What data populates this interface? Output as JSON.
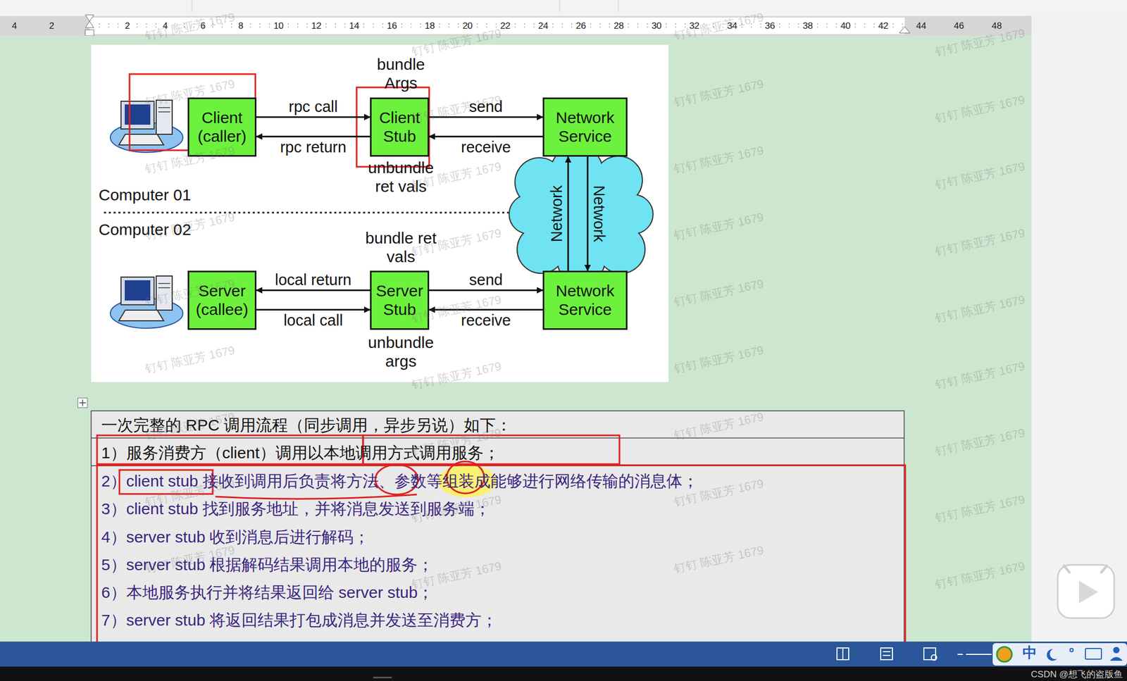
{
  "diagram": {
    "nodes": [
      {
        "text": [
          "Client (caller)"
        ]
      },
      {
        "text": [
          "Client Stub"
        ]
      },
      {
        "text": [
          "Network Service"
        ]
      },
      {
        "text": [
          "Server (callee)"
        ]
      },
      {
        "text": [
          "Server Stub"
        ]
      },
      {
        "text": [
          "Network Service"
        ]
      }
    ],
    "edges": [
      {
        "from": 0,
        "to": 1,
        "arrow": "to",
        "label": "rpc call"
      },
      {
        "from": 1,
        "to": 0,
        "arrow": "to",
        "label": "rpc return"
      },
      {
        "from": 1,
        "to": 2,
        "arrow": "to",
        "label": "send"
      },
      {
        "from": 2,
        "to": 1,
        "arrow": "to",
        "label": "receive"
      },
      {
        "from": 5,
        "to": 2,
        "arrow": "to",
        "label": "Network"
      },
      {
        "from": 2,
        "to": 5,
        "arrow": "to",
        "label": "Network"
      },
      {
        "from": 4,
        "to": 3,
        "arrow": "to",
        "label": "local return"
      },
      {
        "from": 3,
        "to": 4,
        "arrow": "to",
        "label": "local call"
      },
      {
        "from": 4,
        "to": 5,
        "arrow": "to",
        "label": "send"
      },
      {
        "from": 5,
        "to": 4,
        "arrow": "to",
        "label": "receive"
      }
    ],
    "labels": [
      "bundle Args",
      "unbundle ret vals",
      "Computer 01",
      "Computer 02",
      "bundle ret vals",
      "unbundle args",
      "一次完整的 RPC 调用流程（同步调用，异步另说）如下：",
      "1）服务消费方（client）调用以本地调用方式调用服务；",
      "2）client stub 接收到调用后负责将方法、参数等组装成能够进行网络传输的消息体；",
      "3）client stub 找到服务地址，并将消息发送到服务端；",
      "4）server stub 收到消息后进行解码；",
      "5）server stub 根据解码结果调用本地的服务；",
      "6）本地服务执行并将结果返回给 server stub；",
      "7）server stub 将返回结果打包成消息并发送至消费方；",
      "中",
      "CSDN @想飞的盗版鱼",
      "4",
      "2",
      "2",
      "4",
      "6",
      "8",
      "10",
      "12",
      "14",
      "16",
      "18",
      "20",
      "22",
      "24",
      "26",
      "28",
      "30",
      "32",
      "34",
      "36",
      "38",
      "40",
      "42",
      "44",
      "46",
      "48",
      "钉钉 陈亚芳 1679",
      "钉钉 陈亚芳 1679",
      "钉钉 陈亚芳 1679",
      "钉钉 陈亚芳 1679",
      "钉钉 陈亚芳 1679",
      "钉钉 陈亚芳 1679",
      "钉钉 陈亚芳 1679",
      "钉钉 陈亚芳 1679",
      "钉钉 陈亚芳 1679",
      "钉钉 陈亚芳 1679",
      "钉钉 陈亚芳 1679",
      "钉钉 陈亚芳 1679",
      "钉钉 陈亚芳 1679",
      "钉钉 陈亚芳 1679",
      "钉钉 陈亚芳 1679",
      "钉钉 陈亚芳 1679",
      "钉钉 陈亚芳 1679",
      "钉钉 陈亚芳 1679",
      "钉钉 陈亚芳 1679",
      "钉钉 陈亚芳 1679",
      "钉钉 陈亚芳 1679",
      "钉钉 陈亚芳 1679",
      "钉钉 陈亚芳 1679",
      "钉钉 陈亚芳 1679",
      "钉钉 陈亚芳 1679",
      "钉钉 陈亚芳 1679",
      "钉钉 陈亚芳 1679",
      "钉钉 陈亚芳 1679",
      "钉钉 陈亚芳 1679",
      "钉钉 陈亚芳 1679",
      "钉钉 陈亚芳 1679",
      "钉钉 陈亚芳 1679",
      "钉钉 陈亚芳 1679",
      "钉钉 陈亚芳 1679",
      "钉钉 陈亚芳 1679",
      "钉钉 陈亚芳 1679"
    ]
  }
}
